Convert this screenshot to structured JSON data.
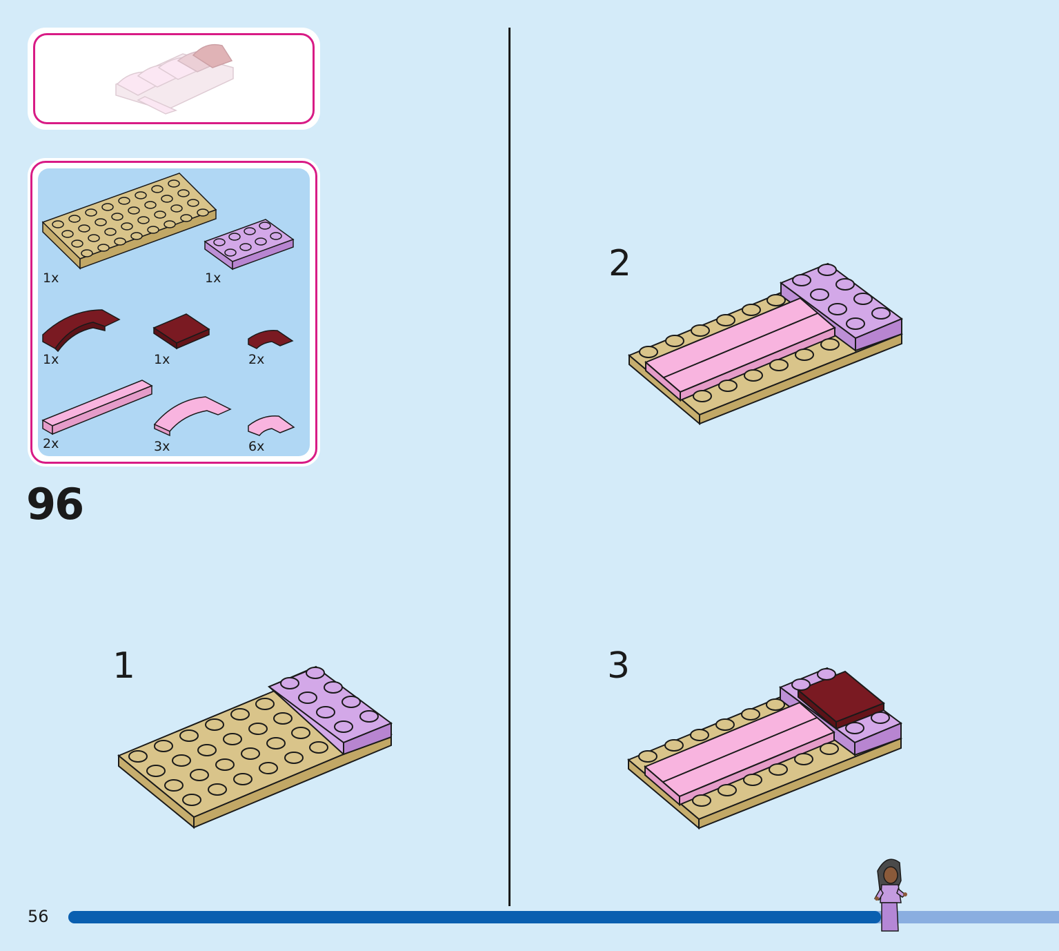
{
  "page": {
    "number": "56"
  },
  "instruction": {
    "main_step": "96",
    "sub_steps": [
      "1",
      "2",
      "3"
    ]
  },
  "parts_list": [
    {
      "qty": "1x",
      "part": "tan-plate-4x8",
      "color": "#d9c48a"
    },
    {
      "qty": "1x",
      "part": "lavender-plate-2x4",
      "color": "#d3a8e8"
    },
    {
      "qty": "1x",
      "part": "dark-red-curved-slope-1x4",
      "color": "#7a1a22"
    },
    {
      "qty": "1x",
      "part": "dark-red-tile-2x2",
      "color": "#7a1a22"
    },
    {
      "qty": "2x",
      "part": "dark-red-curved-slope-1x2",
      "color": "#7a1a22"
    },
    {
      "qty": "2x",
      "part": "pink-tile-1x6",
      "color": "#f8b4df"
    },
    {
      "qty": "3x",
      "part": "pink-curved-slope-1x4",
      "color": "#f8b4df"
    },
    {
      "qty": "6x",
      "part": "pink-curved-slope-1x2",
      "color": "#f8b4df"
    }
  ],
  "progress": {
    "fraction": 0.82
  },
  "colors": {
    "background": "#d4ebf9",
    "accent_border": "#d81b85",
    "progress_fill": "#0a5fb0",
    "progress_track": "#8aaee0"
  }
}
